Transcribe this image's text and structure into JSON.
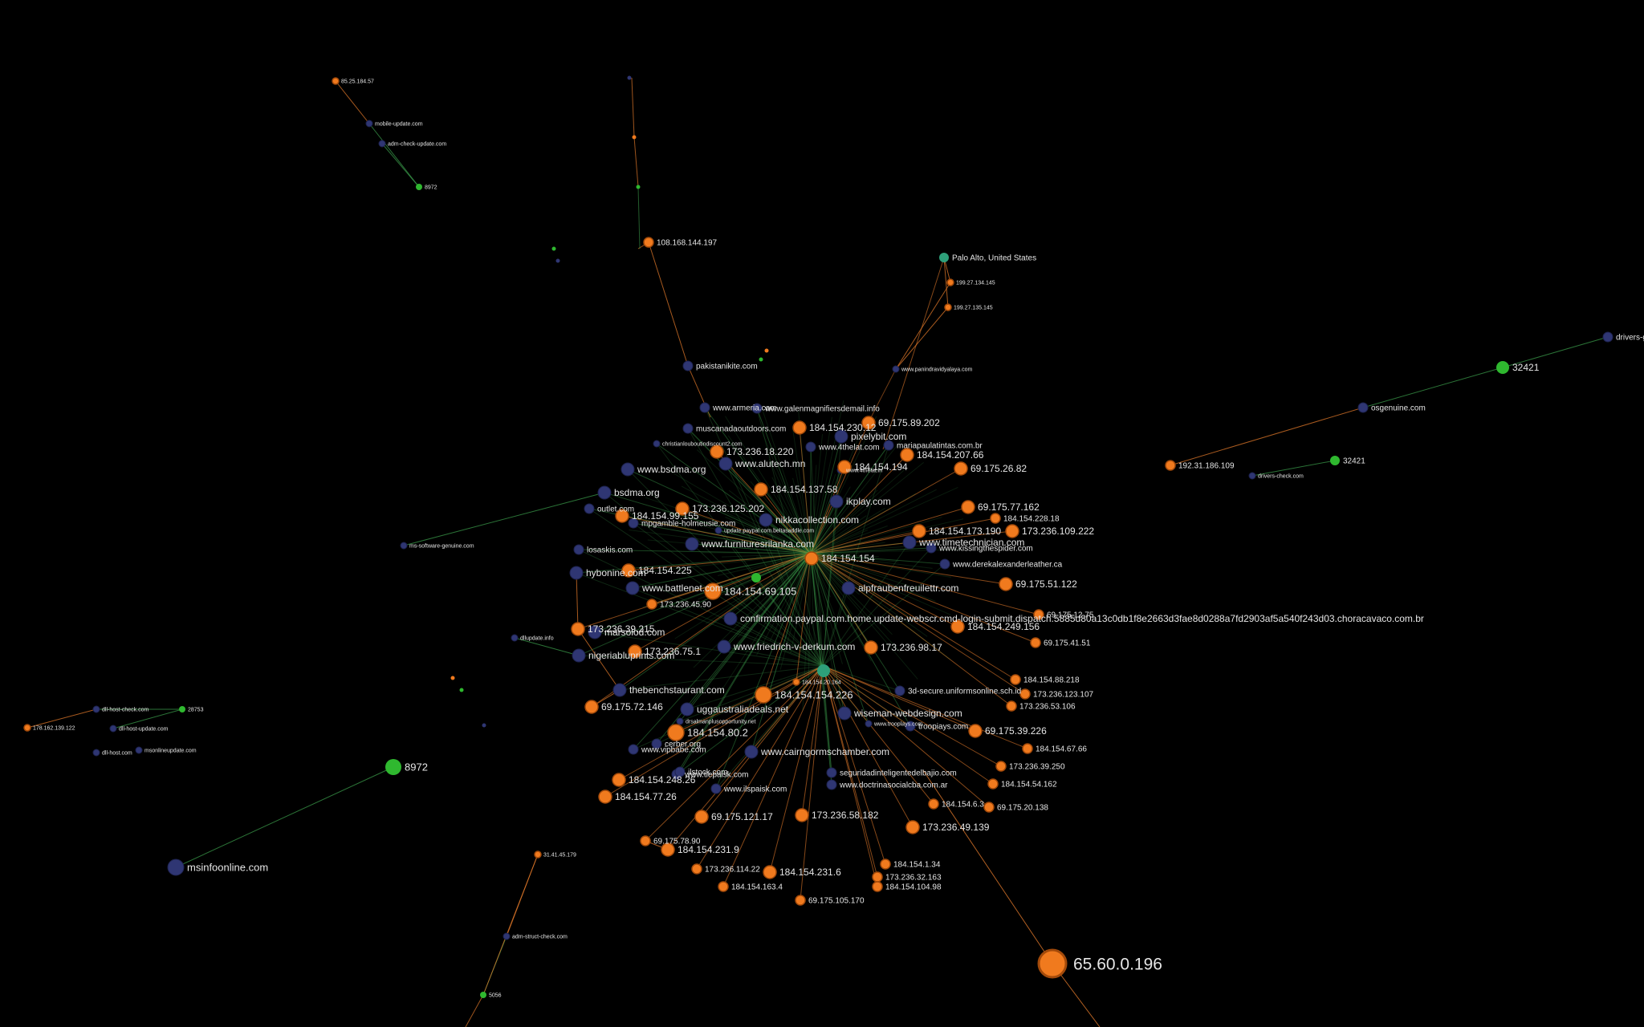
{
  "colors": {
    "background": "#000000",
    "ip": "#f07a1e",
    "domain": "#2f3673",
    "asn": "#2fb82f",
    "location": "#2ea07a",
    "edge_ip": "#e0782a",
    "edge_domain": "#3a9a4a"
  },
  "graph": {
    "nodes": [
      {
        "id": "n1",
        "label": "65.60.0.196",
        "type": "ip",
        "size": "xl"
      },
      {
        "id": "n2",
        "label": "msinfoonline.com",
        "type": "domain",
        "size": "l"
      },
      {
        "id": "n3",
        "label": "8972",
        "type": "asn",
        "size": "l"
      },
      {
        "id": "n4",
        "label": "32421",
        "type": "asn",
        "size": "m"
      },
      {
        "id": "n5",
        "label": "drivers-ge",
        "type": "domain",
        "size": "s"
      },
      {
        "id": "n6",
        "label": "osgenuine.com",
        "type": "domain",
        "size": "s"
      },
      {
        "id": "n7",
        "label": "192.31.186.109",
        "type": "ip",
        "size": "s"
      },
      {
        "id": "n8",
        "label": "drivers-check.com",
        "type": "domain",
        "size": "xs"
      },
      {
        "id": "n9",
        "label": "32421",
        "type": "asn",
        "size": "s"
      },
      {
        "id": "n10",
        "label": "Palo Alto, United States",
        "type": "location",
        "size": "s"
      },
      {
        "id": "n11",
        "label": "199.27.134.145",
        "type": "ip",
        "size": "xs"
      },
      {
        "id": "n12",
        "label": "199.27.135.145",
        "type": "ip",
        "size": "xs"
      },
      {
        "id": "n13",
        "label": "www.panindravidyalaya.com",
        "type": "domain",
        "size": "xs"
      },
      {
        "id": "n14",
        "label": "pakistanikite.com",
        "type": "domain",
        "size": "s"
      },
      {
        "id": "n15",
        "label": "108.168.144.197",
        "type": "ip",
        "size": "s"
      },
      {
        "id": "n16",
        "label": "85.25.184.57",
        "type": "ip",
        "size": "xs"
      },
      {
        "id": "n17",
        "label": "mobile-update.com",
        "type": "domain",
        "size": "xs"
      },
      {
        "id": "n18",
        "label": "adm-check-update.com",
        "type": "domain",
        "size": "xs"
      },
      {
        "id": "n19",
        "label": "8972",
        "type": "asn",
        "size": "xs"
      },
      {
        "id": "n20",
        "label": "ms-software-genuine.com",
        "type": "domain",
        "size": "xs"
      },
      {
        "id": "n21",
        "label": "dll-host-check.com",
        "type": "domain",
        "size": "xs"
      },
      {
        "id": "n22",
        "label": "dll-host-update.com",
        "type": "domain",
        "size": "xs"
      },
      {
        "id": "n23",
        "label": "dll-host.com",
        "type": "domain",
        "size": "xs"
      },
      {
        "id": "n24",
        "label": "msonlineupdate.com",
        "type": "domain",
        "size": "xs"
      },
      {
        "id": "n25",
        "label": "178.162.139.122",
        "type": "ip",
        "size": "xs"
      },
      {
        "id": "n26",
        "label": "28753",
        "type": "asn",
        "size": "xs"
      },
      {
        "id": "n27",
        "label": "31.41.45.179",
        "type": "ip",
        "size": "xs"
      },
      {
        "id": "n28",
        "label": "adm-struct-check.com",
        "type": "domain",
        "size": "xs"
      },
      {
        "id": "n29",
        "label": "5056",
        "type": "asn",
        "size": "xs"
      },
      {
        "id": "n30",
        "label": "dllupdate.info",
        "type": "domain",
        "size": "xs"
      },
      {
        "id": "n31",
        "label": "bsdma.org",
        "type": "domain",
        "size": "m"
      },
      {
        "id": "n32",
        "label": "www.bsdma.org",
        "type": "domain",
        "size": "m"
      },
      {
        "id": "n33",
        "label": "hybonine.com",
        "type": "domain",
        "size": "m"
      },
      {
        "id": "n34",
        "label": "losaskis.com",
        "type": "domain",
        "size": "s"
      },
      {
        "id": "n35",
        "label": "marsolod.com",
        "type": "domain",
        "size": "m"
      },
      {
        "id": "n36",
        "label": "nigeriabluprints.com",
        "type": "domain",
        "size": "m"
      },
      {
        "id": "n37",
        "label": "thebenchstaurant.com",
        "type": "domain",
        "size": "m"
      },
      {
        "id": "n38",
        "label": "uggaustraliadeals.net",
        "type": "domain",
        "size": "m"
      },
      {
        "id": "n39",
        "label": "www.furnituresrilanka.com",
        "type": "domain",
        "size": "m"
      },
      {
        "id": "n40",
        "label": "nikkacollection.com",
        "type": "domain",
        "size": "m"
      },
      {
        "id": "n41",
        "label": "ikplay.com",
        "type": "domain",
        "size": "m"
      },
      {
        "id": "n42",
        "label": "pixelybit.com",
        "type": "domain",
        "size": "m"
      },
      {
        "id": "n43",
        "label": "mariapaulatintas.com.br",
        "type": "domain",
        "size": "s"
      },
      {
        "id": "n44",
        "label": "www.alutech.mn",
        "type": "domain",
        "size": "m"
      },
      {
        "id": "n45",
        "label": "www.timetechnician.com",
        "type": "domain",
        "size": "m"
      },
      {
        "id": "n46",
        "label": "www.kissingthespider.com",
        "type": "domain",
        "size": "s"
      },
      {
        "id": "n47",
        "label": "www.derekalexanderleather.ca",
        "type": "domain",
        "size": "s"
      },
      {
        "id": "n48",
        "label": "confirmation.paypal.com.home.update-webscr.cmd-login-submit.dispatch.5885d80a13c0db1f8e2663d3fae8d0288a7fd2903af5a540f243d03.choracavaco.com.br",
        "type": "domain",
        "size": "m"
      },
      {
        "id": "n49",
        "label": "www.friedrich-v-derkum.com",
        "type": "domain",
        "size": "m"
      },
      {
        "id": "n50",
        "label": "www.battlenet.com",
        "type": "domain",
        "size": "m"
      },
      {
        "id": "n51",
        "label": "alpfraubenfreuilettr.com",
        "type": "domain",
        "size": "m"
      },
      {
        "id": "n52",
        "label": "wiseman-webdesign.com",
        "type": "domain",
        "size": "m"
      },
      {
        "id": "n53",
        "label": "3d-secure.uniformsonline.sch.id",
        "type": "domain",
        "size": "s"
      },
      {
        "id": "n54",
        "label": "www.cairngormschamber.com",
        "type": "domain",
        "size": "m"
      },
      {
        "id": "n55",
        "label": "seguridadinteligentedelbajio.com",
        "type": "domain",
        "size": "s"
      },
      {
        "id": "n56",
        "label": "www.doctrinasocialcba.com.ar",
        "type": "domain",
        "size": "s"
      },
      {
        "id": "n57",
        "label": "troopiays.com",
        "type": "domain",
        "size": "s"
      },
      {
        "id": "n58",
        "label": "cerber.org",
        "type": "domain",
        "size": "s"
      },
      {
        "id": "n59",
        "label": "www.vipbabe.com",
        "type": "domain",
        "size": "s"
      },
      {
        "id": "n60",
        "label": "www.armeria.com",
        "type": "domain",
        "size": "s"
      },
      {
        "id": "n61",
        "label": "muscanadaoutdoors.com",
        "type": "domain",
        "size": "s"
      },
      {
        "id": "n62",
        "label": "christianlouboutindiscount2.com",
        "type": "domain",
        "size": "xs"
      },
      {
        "id": "n63",
        "label": "update.paypal.com.beltasaddle.com",
        "type": "domain",
        "size": "xs"
      },
      {
        "id": "n64",
        "label": "mpgamble-holmeusie.com",
        "type": "domain",
        "size": "s"
      },
      {
        "id": "n65",
        "label": "outlet.com",
        "type": "domain",
        "size": "s"
      },
      {
        "id": "n66",
        "label": "www.4thelat.com",
        "type": "domain",
        "size": "s"
      },
      {
        "id": "n67",
        "label": "www.galenmagnifiersdemail.info",
        "type": "domain",
        "size": "s"
      },
      {
        "id": "n68",
        "label": "drsalmanplusopportunity.net",
        "type": "domain",
        "size": "xs"
      },
      {
        "id": "n69",
        "label": "www.trooplays.com",
        "type": "domain",
        "size": "xs"
      },
      {
        "id": "n70",
        "label": "www.tlepaisk.com",
        "type": "domain",
        "size": "s"
      },
      {
        "id": "n71",
        "label": "ilstock.com",
        "type": "domain",
        "size": "s"
      },
      {
        "id": "n72",
        "label": "www.ilspaisk.com",
        "type": "domain",
        "size": "s"
      },
      {
        "id": "n73",
        "label": "www.4thelat.in",
        "type": "domain",
        "size": "xs"
      },
      {
        "id": "n74",
        "label": "184.154.69.105",
        "type": "ip",
        "size": "l"
      },
      {
        "id": "n75",
        "label": "184.154.154.226",
        "type": "ip",
        "size": "l"
      },
      {
        "id": "n76",
        "label": "184.154.80.2",
        "type": "ip",
        "size": "l"
      },
      {
        "id": "n77",
        "label": "184.154.248.26",
        "type": "ip",
        "size": "m"
      },
      {
        "id": "n78",
        "label": "184.154.77.26",
        "type": "ip",
        "size": "m"
      },
      {
        "id": "n79",
        "label": "69.175.121.17",
        "type": "ip",
        "size": "m"
      },
      {
        "id": "n80",
        "label": "173.236.58.182",
        "type": "ip",
        "size": "m"
      },
      {
        "id": "n81",
        "label": "173.236.49.139",
        "type": "ip",
        "size": "m"
      },
      {
        "id": "n82",
        "label": "69.175.78.90",
        "type": "ip",
        "size": "s"
      },
      {
        "id": "n83",
        "label": "184.154.231.9",
        "type": "ip",
        "size": "m"
      },
      {
        "id": "n84",
        "label": "173.236.114.22",
        "type": "ip",
        "size": "s"
      },
      {
        "id": "n85",
        "label": "184.154.231.6",
        "type": "ip",
        "size": "m"
      },
      {
        "id": "n86",
        "label": "173.236.32.163",
        "type": "ip",
        "size": "s"
      },
      {
        "id": "n87",
        "label": "184.154.1.34",
        "type": "ip",
        "size": "s"
      },
      {
        "id": "n88",
        "label": "184.154.104.98",
        "type": "ip",
        "size": "s"
      },
      {
        "id": "n89",
        "label": "69.175.105.170",
        "type": "ip",
        "size": "s"
      },
      {
        "id": "n90",
        "label": "184.154.163.4",
        "type": "ip",
        "size": "s"
      },
      {
        "id": "n91",
        "label": "184.154.54.162",
        "type": "ip",
        "size": "s"
      },
      {
        "id": "n92",
        "label": "69.175.20.138",
        "type": "ip",
        "size": "s"
      },
      {
        "id": "n93",
        "label": "184.154.6.3",
        "type": "ip",
        "size": "s"
      },
      {
        "id": "n94",
        "label": "173.236.39.250",
        "type": "ip",
        "size": "s"
      },
      {
        "id": "n95",
        "label": "184.154.67.66",
        "type": "ip",
        "size": "s"
      },
      {
        "id": "n96",
        "label": "69.175.39.226",
        "type": "ip",
        "size": "m"
      },
      {
        "id": "n97",
        "label": "173.236.53.106",
        "type": "ip",
        "size": "s"
      },
      {
        "id": "n98",
        "label": "184.154.88.218",
        "type": "ip",
        "size": "s"
      },
      {
        "id": "n99",
        "label": "69.175.41.51",
        "type": "ip",
        "size": "s"
      },
      {
        "id": "n100",
        "label": "69.175.12.75",
        "type": "ip",
        "size": "s"
      },
      {
        "id": "n101",
        "label": "69.175.51.122",
        "type": "ip",
        "size": "m"
      },
      {
        "id": "n102",
        "label": "173.236.109.222",
        "type": "ip",
        "size": "m"
      },
      {
        "id": "n103",
        "label": "184.154.173.190",
        "type": "ip",
        "size": "m"
      },
      {
        "id": "n104",
        "label": "69.175.77.162",
        "type": "ip",
        "size": "m"
      },
      {
        "id": "n105",
        "label": "184.154.228.18",
        "type": "ip",
        "size": "s"
      },
      {
        "id": "n106",
        "label": "69.175.26.82",
        "type": "ip",
        "size": "m"
      },
      {
        "id": "n107",
        "label": "184.154.207.66",
        "type": "ip",
        "size": "m"
      },
      {
        "id": "n108",
        "label": "69.175.89.202",
        "type": "ip",
        "size": "m"
      },
      {
        "id": "n109",
        "label": "184.154.230.12",
        "type": "ip",
        "size": "m"
      },
      {
        "id": "n110",
        "label": "184.154.194",
        "type": "ip",
        "size": "m"
      },
      {
        "id": "n111",
        "label": "184.154.137.58",
        "type": "ip",
        "size": "m"
      },
      {
        "id": "n112",
        "label": "173.236.125.202",
        "type": "ip",
        "size": "m"
      },
      {
        "id": "n113",
        "label": "184.154.99.155",
        "type": "ip",
        "size": "m"
      },
      {
        "id": "n114",
        "label": "184.154.225",
        "type": "ip",
        "size": "m"
      },
      {
        "id": "n115",
        "label": "173.236.45.90",
        "type": "ip",
        "size": "s"
      },
      {
        "id": "n116",
        "label": "184.154.154",
        "type": "ip",
        "size": "m"
      },
      {
        "id": "n117",
        "label": "173.236.98.17",
        "type": "ip",
        "size": "m"
      },
      {
        "id": "n118",
        "label": "69.175.72.146",
        "type": "ip",
        "size": "m"
      },
      {
        "id": "n119",
        "label": "173.236.75.1",
        "type": "ip",
        "size": "m"
      },
      {
        "id": "n120",
        "label": "184.154.20.164",
        "type": "ip",
        "size": "xs"
      },
      {
        "id": "n121",
        "label": "173.236.18.220",
        "type": "ip",
        "size": "m"
      },
      {
        "id": "n122",
        "label": "173.236.123.107",
        "type": "ip",
        "size": "s"
      },
      {
        "id": "n123",
        "label": "184.154.249.156",
        "type": "ip",
        "size": "m"
      },
      {
        "id": "n124",
        "label": "173.236.39.215",
        "type": "ip",
        "size": "m"
      },
      {
        "id": "n125",
        "label": "",
        "type": "asn",
        "size": "s"
      },
      {
        "id": "n126",
        "label": "",
        "type": "location",
        "size": "m"
      }
    ]
  }
}
